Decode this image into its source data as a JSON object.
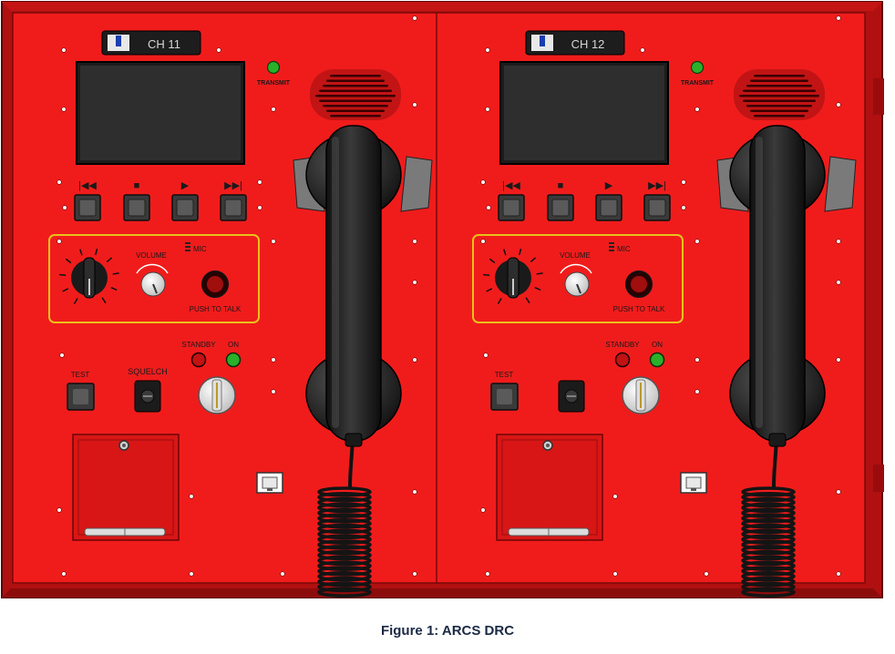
{
  "figure": {
    "caption": "Figure 1: ARCS DRC"
  },
  "colors": {
    "panel": "#f01c1c",
    "panel_dark": "#b81010",
    "frame": "#8a0a0a",
    "accent_yellow": "#e8c21a",
    "led_green": "#2bb02b",
    "led_red": "#c21212",
    "handset": "#222222"
  },
  "units": [
    {
      "channel_label": "CH 11",
      "transmit_label": "TRANSMIT",
      "transport": [
        "|◀◀",
        "■",
        "▶",
        "▶▶|"
      ],
      "volume_label": "VOLUME",
      "mic_label": "MIC",
      "ptt_label": "PUSH TO TALK",
      "standby_label": "STANDBY",
      "on_label": "ON",
      "test_label": "TEST",
      "squelch_label": "SQUELCH"
    },
    {
      "channel_label": "CH 12",
      "transmit_label": "TRANSMIT",
      "transport": [
        "|◀◀",
        "■",
        "▶",
        "▶▶|"
      ],
      "volume_label": "VOLUME",
      "mic_label": "MIC",
      "ptt_label": "PUSH TO TALK",
      "standby_label": "STANDBY",
      "on_label": "ON",
      "test_label": "TEST",
      "squelch_label": ""
    }
  ]
}
